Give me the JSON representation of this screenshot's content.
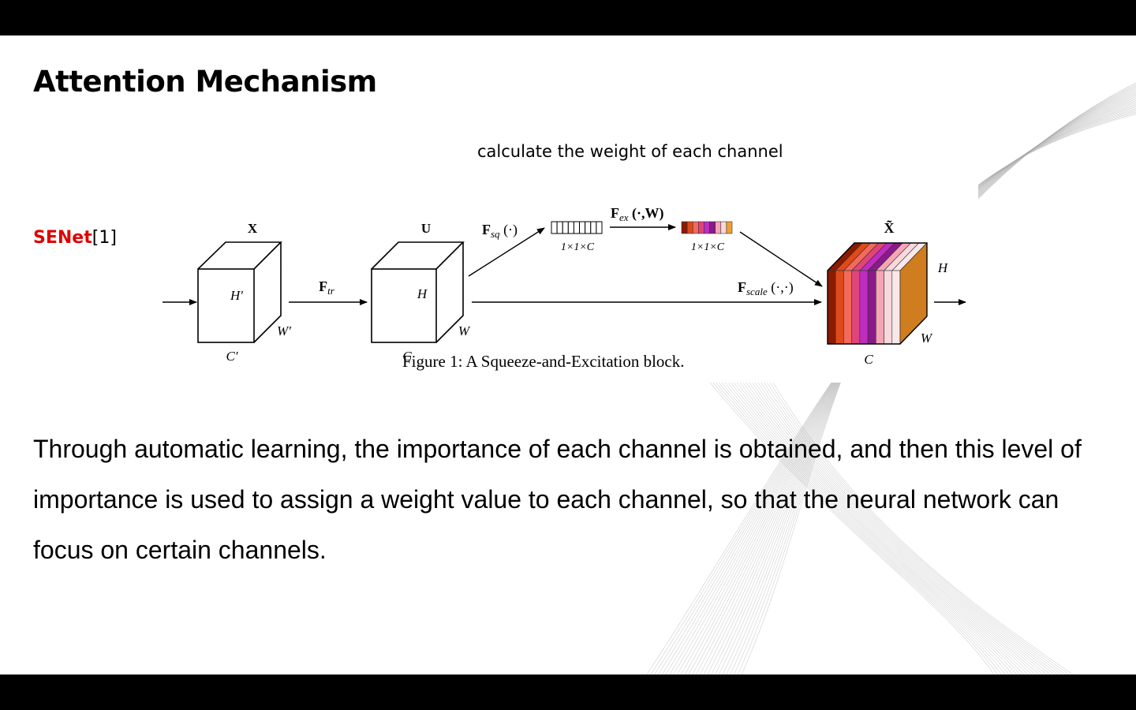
{
  "title": "Attention Mechanism",
  "reference": {
    "name": "SENet",
    "citation": "[1]"
  },
  "callout": "calculate the weight of each channel",
  "diagram": {
    "caption": "Figure 1: A Squeeze-and-Excitation block.",
    "input_tensor": {
      "label": "X",
      "height": "H′",
      "width": "W′",
      "channels": "C′"
    },
    "transform": {
      "label": "F",
      "subscript": "tr"
    },
    "feature_tensor": {
      "label": "U",
      "height": "H",
      "width": "W",
      "channels": "C"
    },
    "squeeze": {
      "label": "F",
      "subscript": "sq",
      "args": " (·)"
    },
    "squeeze_vector": {
      "dims": "1×1×C"
    },
    "excitation": {
      "label": "F",
      "subscript": "ex",
      "args": " (·,W)"
    },
    "excitation_vector": {
      "dims": "1×1×C",
      "colors": [
        "#8b1a00",
        "#e04a1a",
        "#f36a5a",
        "#e0457a",
        "#c02cc0",
        "#8a1a8a",
        "#f4a6b6",
        "#f8d8dc",
        "#f0a030"
      ]
    },
    "scale": {
      "label": "F",
      "subscript": "scale",
      "args": " (·,·)"
    },
    "output_tensor": {
      "label": "X̃",
      "height": "H",
      "width": "W",
      "channels": "C",
      "colors": [
        "#8b1a00",
        "#e04a1a",
        "#f36a5a",
        "#e0457a",
        "#c02cc0",
        "#8a1a8a",
        "#f4a6b6",
        "#f8d8dc",
        "#f8e8ea"
      ],
      "side_color": "#cf7d1e"
    }
  },
  "body": "Through automatic learning, the importance of each channel is obtained, and then this level of importance is used to assign a weight value to each channel, so that the neural network can focus on certain channels."
}
